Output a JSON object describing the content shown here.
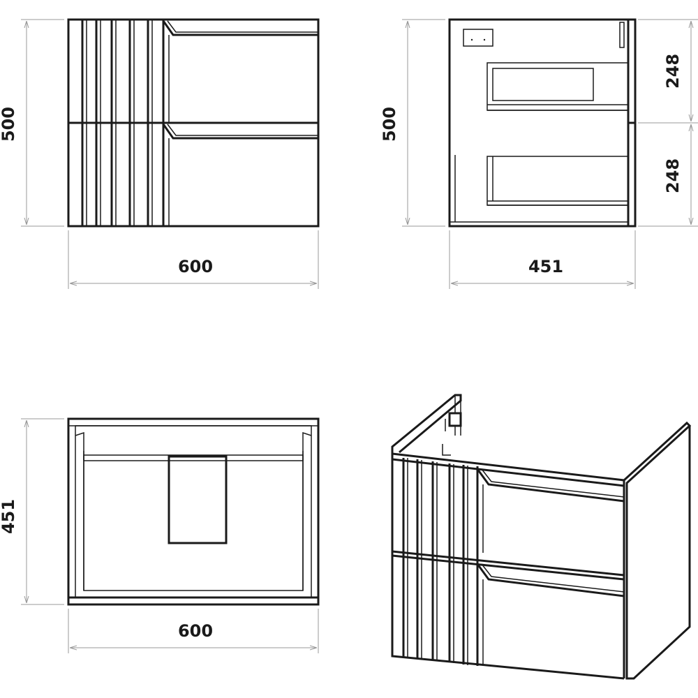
{
  "drawing": {
    "front_view": {
      "width_label": "600",
      "height_label": "500"
    },
    "side_view": {
      "width_label": "451",
      "height_label": "500",
      "upper_drawer_label": "248",
      "lower_drawer_label": "248"
    },
    "top_view": {
      "width_label": "600",
      "depth_label": "451"
    }
  },
  "colors": {
    "line": "#1a1a1a",
    "dimension_line": "#9a9a9a",
    "background": "#ffffff"
  }
}
